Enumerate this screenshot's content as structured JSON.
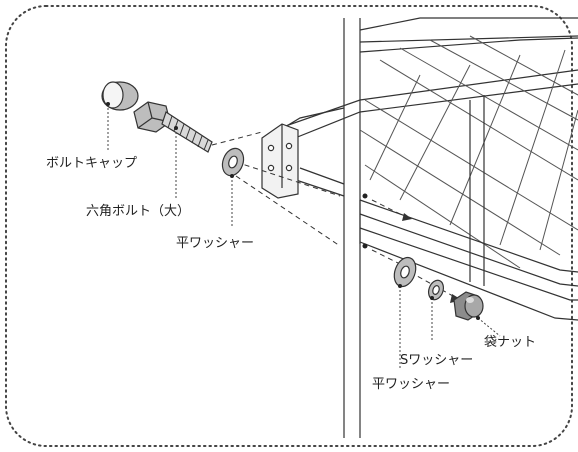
{
  "diagram": {
    "labels": {
      "bolt_cap": "ボルトキャップ",
      "hex_bolt": "六角ボルト（大）",
      "flat_washer_left": "平ワッシャー",
      "cap_nut": "袋ナット",
      "s_washer": "Sワッシャー",
      "flat_washer_right": "平ワッシャー"
    }
  },
  "colors": {
    "outline": "#333333",
    "frame_dots": "#444444",
    "part_gray": "#bdbdbd",
    "nut_gray": "#8c8c8c",
    "leader": "#444444"
  }
}
